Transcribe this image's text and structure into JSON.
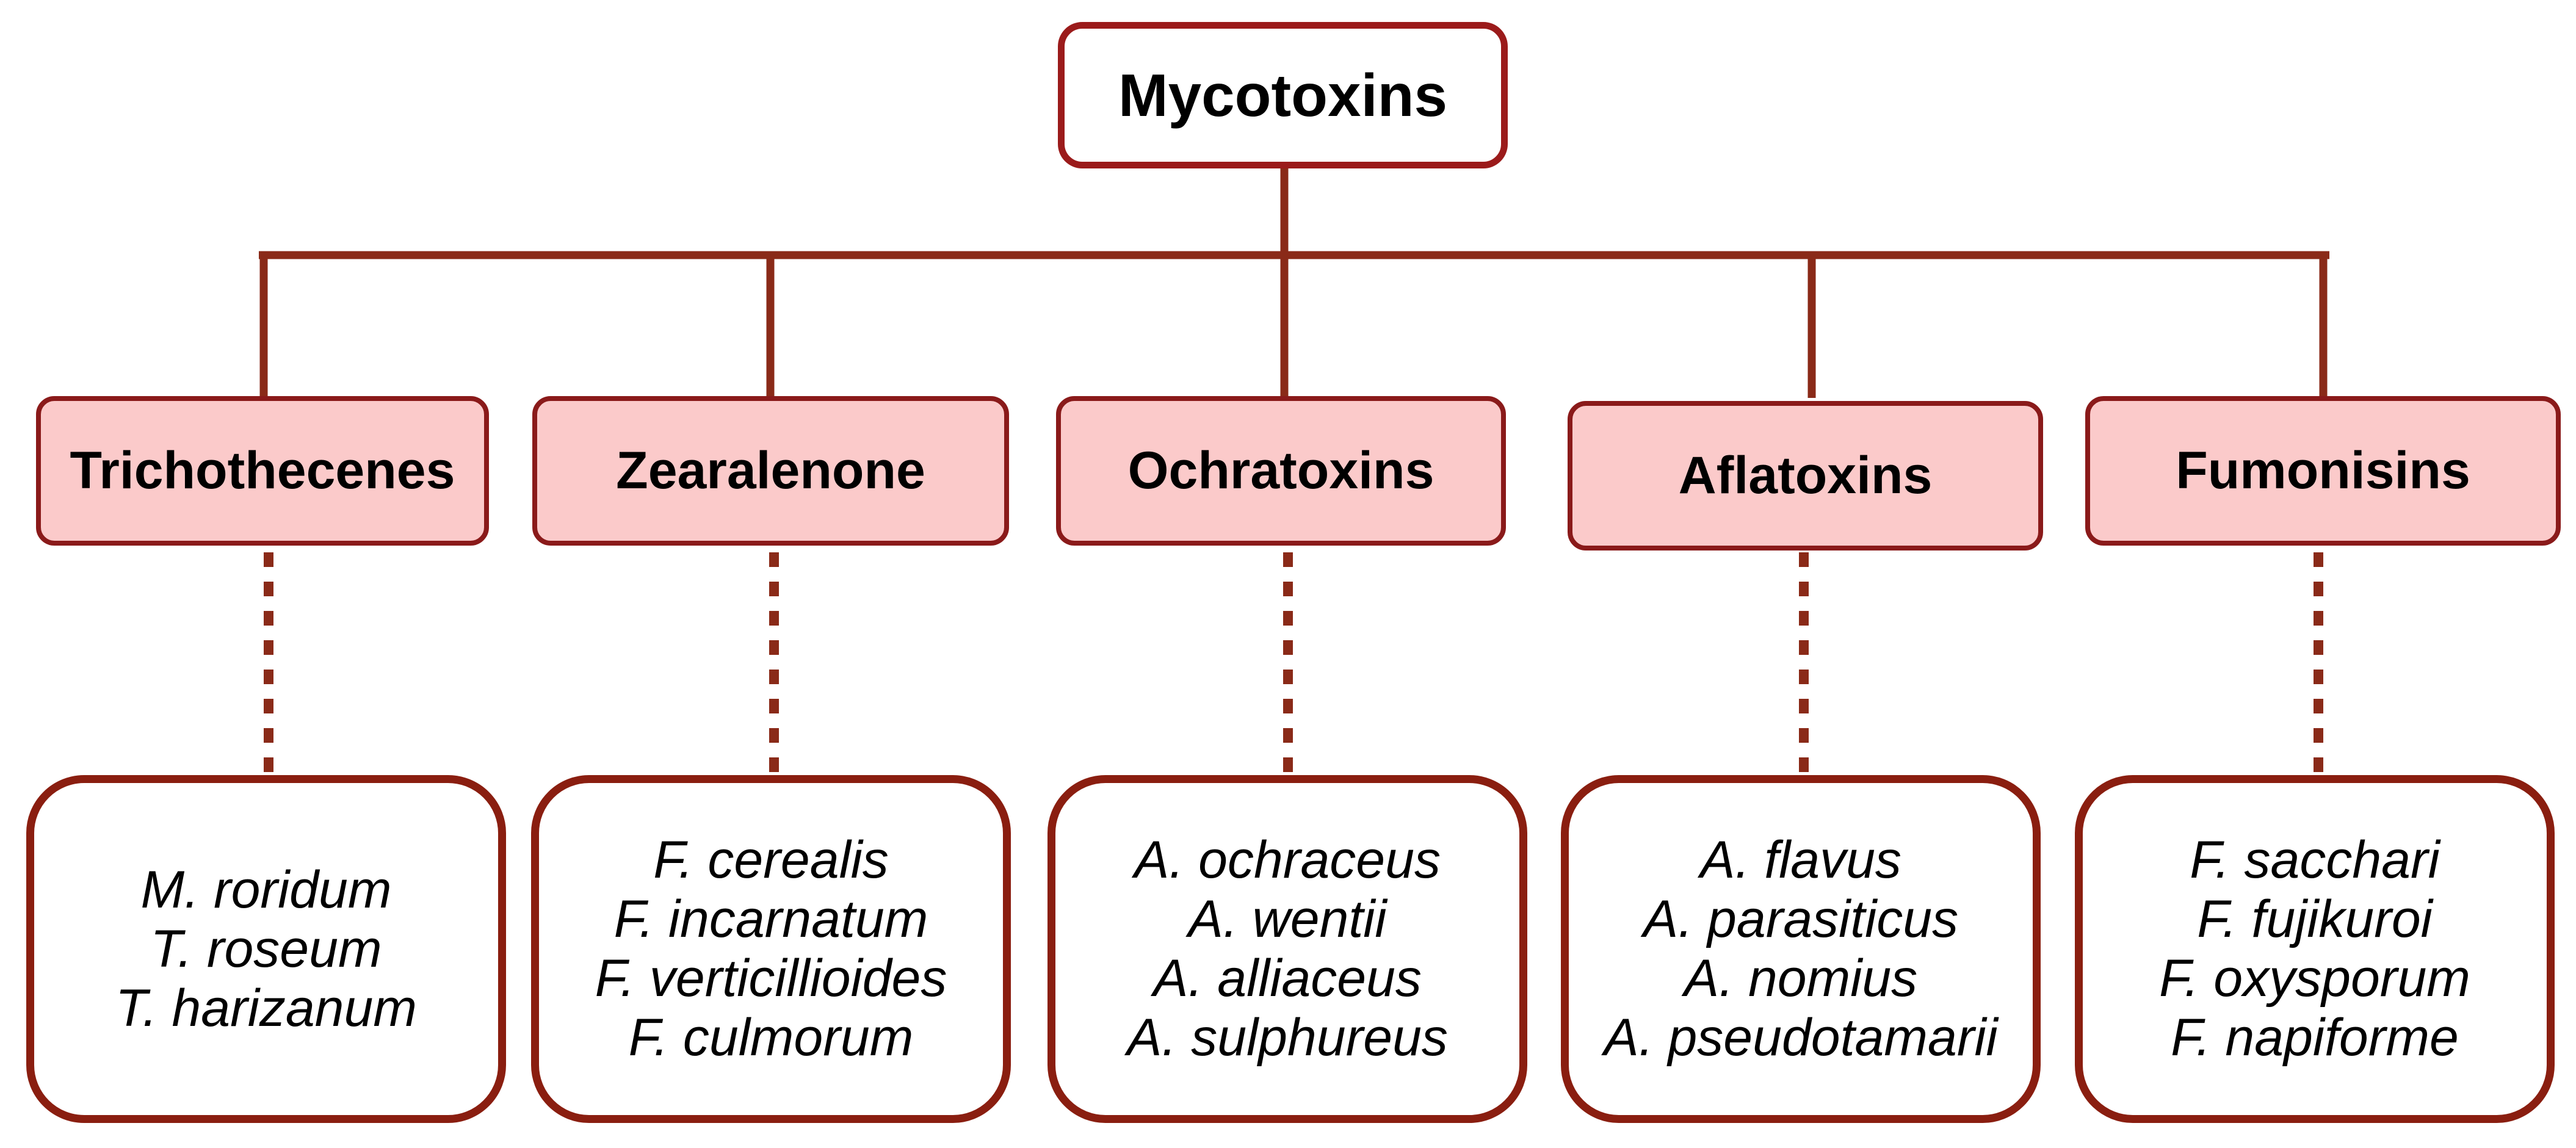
{
  "colors": {
    "connector": "#8a2a18",
    "root_border": "#9b1b1b",
    "category_fill": "#fbcaca",
    "category_border": "#8a1a1a",
    "species_border": "#8a1e10"
  },
  "root": {
    "label": "Mycotoxins"
  },
  "categories": [
    {
      "label": "Trichothecenes",
      "species": [
        "M. roridum",
        "T. roseum",
        "T. harizanum"
      ]
    },
    {
      "label": "Zearalenone",
      "species": [
        "F. cerealis",
        "F. incarnatum",
        "F. verticillioides",
        "F. culmorum"
      ]
    },
    {
      "label": "Ochratoxins",
      "species": [
        "A. ochraceus",
        "A. wentii",
        "A. alliaceus",
        "A. sulphureus"
      ]
    },
    {
      "label": "Aflatoxins",
      "species": [
        "A. flavus",
        "A. parasiticus",
        "A. nomius",
        "A. pseudotamarii"
      ]
    },
    {
      "label": "Fumonisins",
      "species": [
        "F. sacchari",
        "F. fujikuroi",
        "F. oxysporum",
        "F. napiforme"
      ]
    }
  ]
}
